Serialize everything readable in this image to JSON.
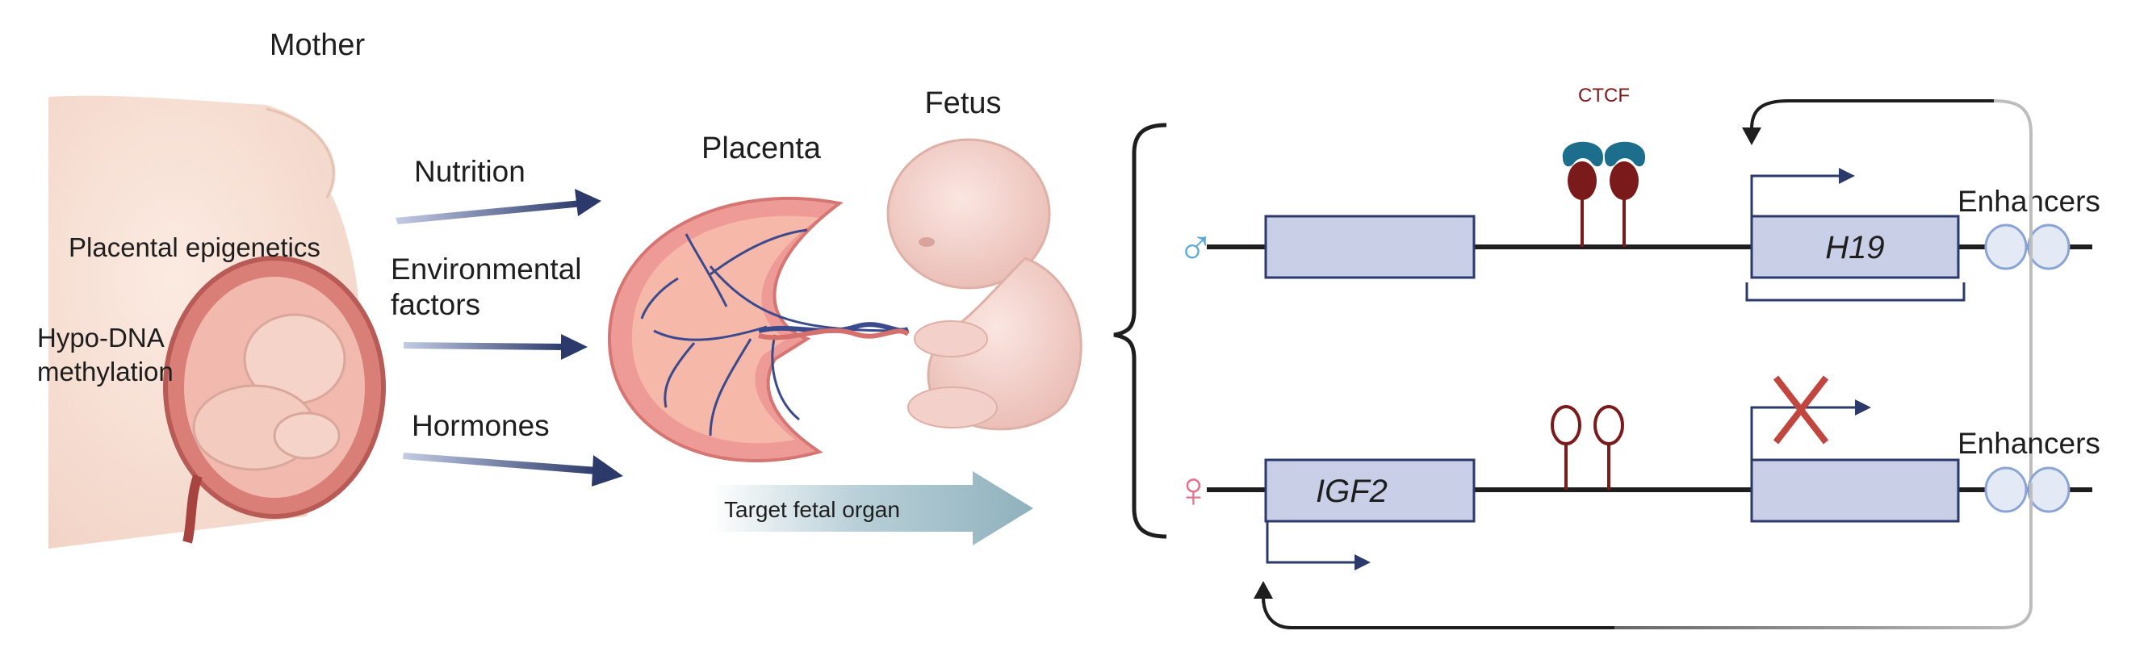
{
  "left": {
    "mother_label": "Mother",
    "placental_epigenetics_label": "Placental epigenetics",
    "hypo_dna_line1": "Hypo-DNA",
    "hypo_dna_line2": "methylation"
  },
  "inputs": {
    "nutrition_label": "Nutrition",
    "environmental_line1": "Environmental",
    "environmental_line2": "factors",
    "hormones_label": "Hormones"
  },
  "middle": {
    "placenta_label": "Placenta",
    "fetus_label": "Fetus",
    "target_label": "Target fetal organ"
  },
  "locus": {
    "ctcf_label": "CTCF",
    "paternal_symbol": "♂",
    "maternal_symbol": "♀",
    "h19_label": "H19",
    "igf2_label": "IGF2",
    "enhancers_top_label": "Enhancers",
    "enhancers_bottom_label": "Enhancers"
  },
  "colors": {
    "arrow_navy": "#2b3a6b",
    "gene_box_fill": "#c9cfe6",
    "ctcf_protein": "#1d6e8c",
    "insulator": "#7a1a1a",
    "paternal": "#5aa9d6",
    "maternal": "#e56f8a",
    "block_x": "#c0463f"
  }
}
